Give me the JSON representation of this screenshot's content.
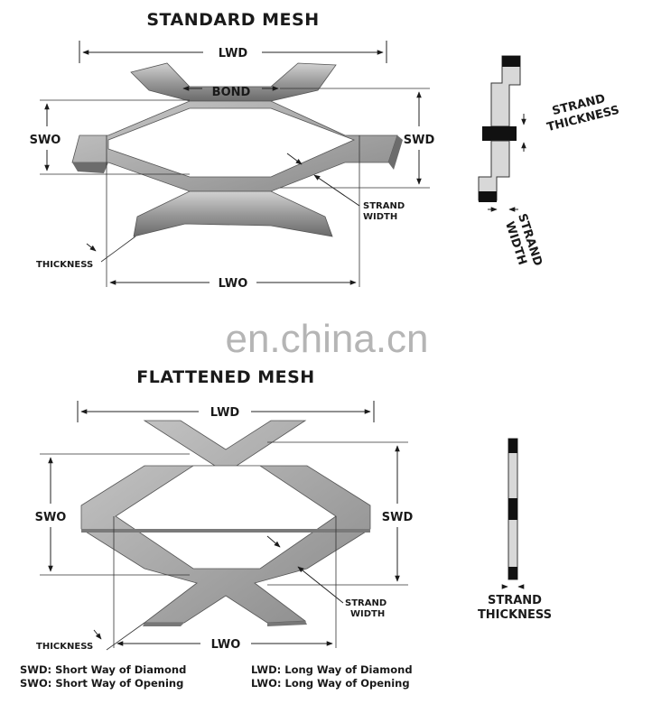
{
  "standard": {
    "title": "STANDARD MESH",
    "lwd": "LWD",
    "bond": "BOND",
    "swo": "SWO",
    "swd": "SWD",
    "strand_width": [
      "STRAND",
      "WIDTH"
    ],
    "thickness": "THICKNESS",
    "lwo": "LWO",
    "side_strand_thickness": [
      "STRAND",
      "THICKNESS"
    ],
    "side_strand_width": [
      "STRAND",
      "WIDTH"
    ]
  },
  "watermark": "en.china.cn",
  "flattened": {
    "title": "FLATTENED MESH",
    "lwd": "LWD",
    "swo": "SWO",
    "swd": "SWD",
    "strand_width": [
      "STRAND",
      "WIDTH"
    ],
    "thickness": "THICKNESS",
    "lwo": "LWO",
    "side_strand_thickness": [
      "STRAND",
      "THICKNESS"
    ]
  },
  "legend": {
    "swd": "SWD: Short Way of Diamond",
    "swo": "SWO: Short Way of Opening",
    "lwd": "LWD: Long Way of Diamond",
    "lwo": "LWO: Long Way of Opening"
  },
  "colors": {
    "metal": "#9c9c9c",
    "metal_dark": "#6e6e6e",
    "metal_light": "#d6d6d6",
    "ink": "#1a1a1a"
  }
}
